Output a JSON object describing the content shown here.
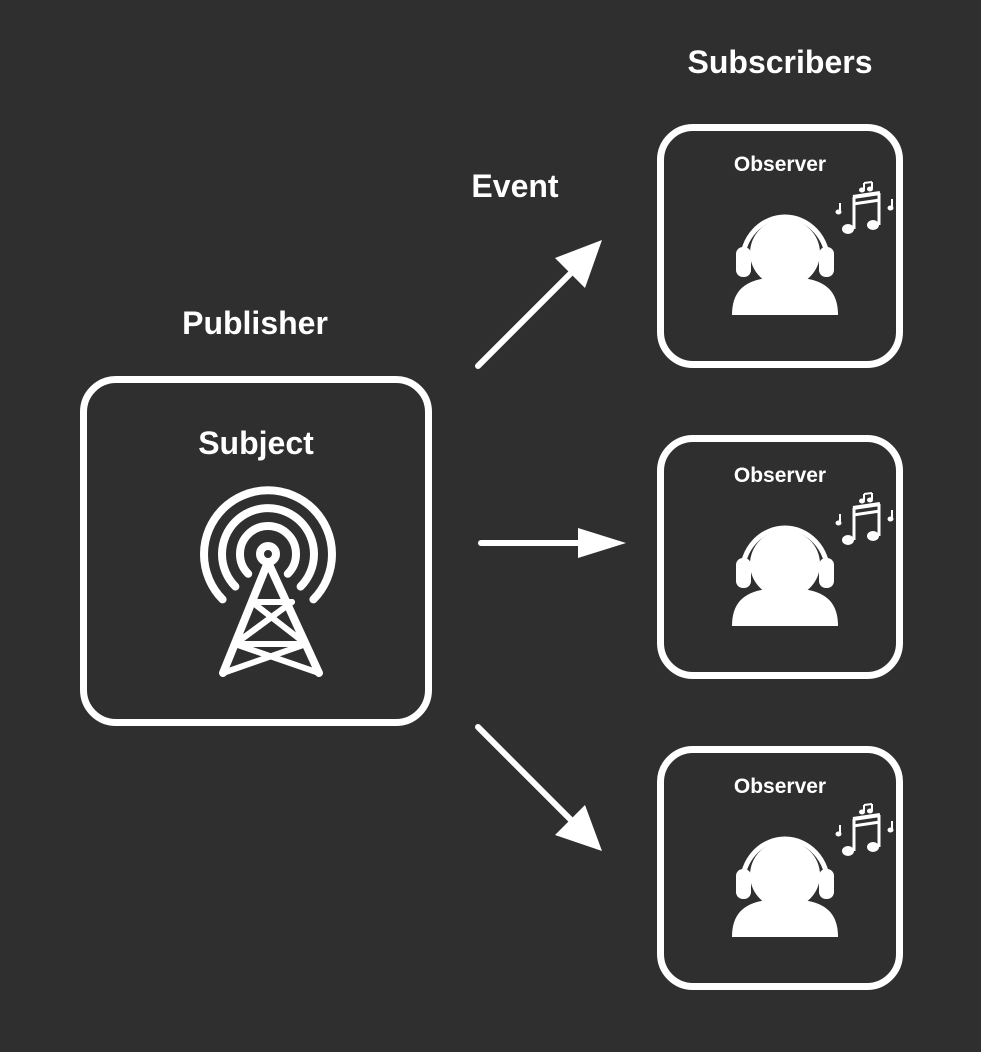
{
  "labels": {
    "subscribers": "Subscribers",
    "event": "Event",
    "publisher": "Publisher"
  },
  "subject": {
    "title": "Subject",
    "icon": "broadcast-tower-icon"
  },
  "observers": [
    {
      "title": "Observer",
      "icon": "listener-headphones-icon",
      "note_icon": "music-notes-icon"
    },
    {
      "title": "Observer",
      "icon": "listener-headphones-icon",
      "note_icon": "music-notes-icon"
    },
    {
      "title": "Observer",
      "icon": "listener-headphones-icon",
      "note_icon": "music-notes-icon"
    }
  ],
  "colors": {
    "background": "#2f2f2f",
    "foreground": "#ffffff"
  }
}
